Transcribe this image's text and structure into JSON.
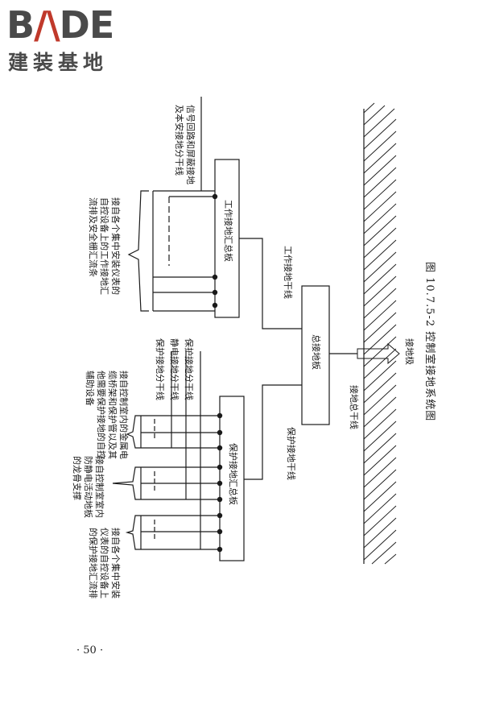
{
  "logo": {
    "word_a": "B",
    "word_b": "^",
    "word_c": "DE",
    "chinese": "建装基地"
  },
  "labels": {
    "signal_shield": [
      "信号回路和屏蔽接地",
      "及本安接地分干线"
    ],
    "work_panel": "工作接地汇总板",
    "work_main": "工作接地干线",
    "work_desc": [
      "接自各个集中安装仪表的",
      "自控设备上的工作接地汇",
      "流排及安全栅汇流条"
    ],
    "branch_protect1": "保护接地分干线",
    "branch_static": "静电接地分干线",
    "branch_protect2": "保护接地分干线",
    "metal_desc": [
      "接自控制室内的金属电",
      "缆桥架和保护管以及其",
      "他需要保护接地的自控",
      "辅助设备"
    ],
    "floor_desc": [
      "接自控制室室内",
      "防静电活动地板",
      "的龙骨支撑"
    ],
    "protect_desc": [
      "接自各个集中安装",
      "仪表的自控设备上",
      "的保护接地汇流排"
    ],
    "protect_panel": "保护接地汇总板",
    "protect_main": "保护接地干线",
    "total_panel": "总接地板",
    "total_main": "接地总干线",
    "ground_pole": "接地极",
    "caption": "图 10.7.5-2   控制室接地系统图"
  },
  "page_number": "· 50 ·"
}
